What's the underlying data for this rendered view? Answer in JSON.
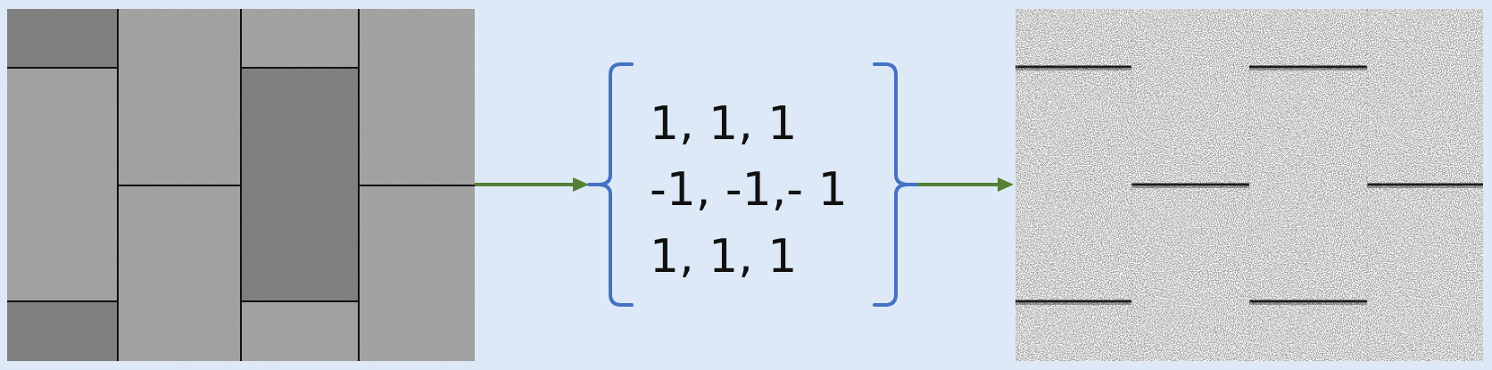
{
  "kernel": {
    "rows": [
      "1, 1, 1",
      "-1, -1,- 1",
      "1, 1, 1"
    ]
  },
  "colors": {
    "background": "#dde9f7",
    "arrow": "#538135",
    "bracket": "#4472c4",
    "tile_light": "#b5b5b5",
    "tile_dark": "#8f8f8f",
    "grout": "#111111"
  }
}
